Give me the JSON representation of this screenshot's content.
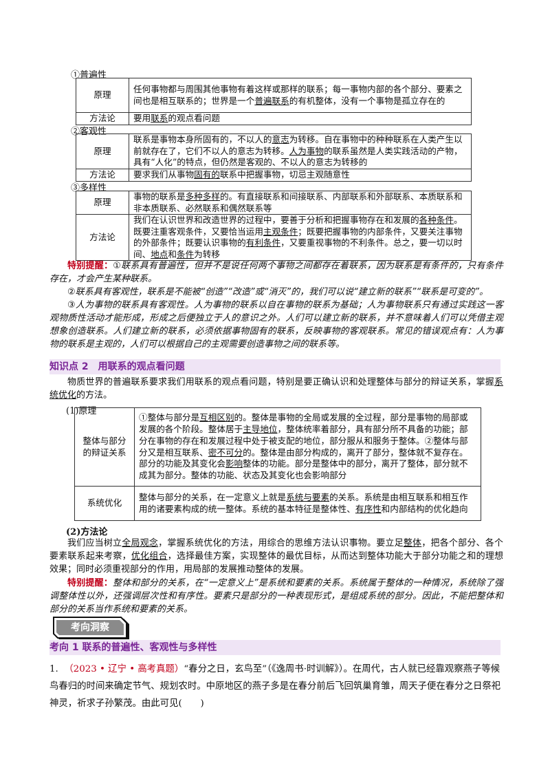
{
  "sec1": {
    "label": "①普遍性",
    "rows": [
      {
        "label": "原理",
        "text_parts": [
          "任何事物都与周围其他事物有着这样或那样的联系；每一事物内部的各个部分、要素之间也是相互联系的；世界是一个",
          "普遍联系",
          "的有机整体，没有一个事物是孤立存在的"
        ]
      },
      {
        "label": "方法论",
        "text_parts": [
          "要用",
          "联系",
          "的观点看问题"
        ]
      }
    ]
  },
  "sec2": {
    "label": "②客观性",
    "rows": [
      {
        "label": "原理",
        "text_parts": [
          "联系是事物本身所固有的，不以人的",
          "意志",
          "为转移。自在事物中的种种联系在人类产生以前就存在了，它们不以人的意志为转移。",
          "人为事物",
          "的联系虽然是人类实践活动的产物，具有“人化”的特点，但仍然是客观的、不以人的意志为转移的"
        ]
      },
      {
        "label": "方法论",
        "text_parts": [
          "要求我们从事物",
          "固有的",
          "联系中把握事物，切忌主观随意性"
        ]
      }
    ]
  },
  "sec3": {
    "label": "③多样性",
    "rows": [
      {
        "label": "原理",
        "text_parts": [
          "事物的联系是",
          "多种多样",
          "的。有直接联系和间接联系、内部联系和外部联系、本质联系和非本质联系、必然联系和偶然联系等"
        ]
      },
      {
        "label": "方法论",
        "text_parts": [
          "我们在认识世界和改造世界的过程中，要善于分析和把握事物存在和发展的",
          "各种条件",
          "。既要注重客观条件，又要恰当运用",
          "主观条件",
          "；既要把握事物的内部条件，又要关注事物的外部条件；既要认识事物的",
          "有利条件",
          "，又要重视事物的不利条件。总之，要一切以时间、",
          "地点",
          "和",
          "条件",
          "为转移"
        ]
      }
    ]
  },
  "note1": {
    "title": "特别提醒：",
    "p1": "①联系具有普遍性，但并不是说任何两个事物之间都存在着联系，因为联系是有条件的，只有条件存在，才会产生某种联系。",
    "p2": "②联系具有客观性，联系是不能被“创造”“改造”或“消灭”的，我们可以说“建立新的联系”“联系是可变的”。",
    "p3": "③人为事物的联系具有客观性。人为事物的联系以自在事物的联系为基础；人为事物联系只有通过实践这一客观物质性活动才能形成，形成之后便独立于人的意识之外。人们可以建立新的联系，并不意味着人们可以凭借主观想象创造联系。人们建立新的联系，必须依据事物固有的联系，反映事物的客观联系。常见的错误观点有：人为事物的联系是主观的，人们可以根据自己的主观需要创造事物之间的联系等。"
  },
  "kp2": {
    "heading": "知识点 2　用联系的观点看问题",
    "intro_a": "物质世界的普遍联系要求我们用联系的观点看问题，特别是要正确认识和处理整体与部分的辩证关系，掌握",
    "intro_u": "系统优化",
    "intro_b": "的方法。",
    "sub1": "(1)原理",
    "rows": [
      {
        "label": "整体与部分的辩证关系",
        "text_parts": [
          "①整体与部分是",
          "互相区别",
          "的。整体是事物的全局或发展的全过程，部分是事物的局部或发展的各个阶段。整体居于",
          "主导地位",
          "，整体统率着部分，具有部分所不具备的功能；部分在事物的存在和发展过程中处于被支配的地位，部分服从和服务于整体。②整体与部分又是相互联系、",
          "密不可分",
          "的。整体是由部分构成的，离开了部分，整体就不复存在。部分的功能及其变化会",
          "影响",
          "整体的功能。部分是整体中的部分，离开了整体，部分就不成其为部分。整体的功能、状态及其变化也会影响部分"
        ]
      },
      {
        "label": "系统优化",
        "text_parts": [
          "整体与部分的关系，在一定意义上就是",
          "系统与要素",
          "的关系。系统是由相互联系和相互作用的诸要素构成的统一整体。系统的基本特征是整体性、",
          "有序性",
          "和内部结构的优化趋向"
        ]
      }
    ],
    "sub2": "(2)方法论",
    "method_parts": [
      "我们应当树立",
      "全局观念",
      "，掌握系统优化的方法，用综合的思维方法认识事物。要立足",
      "整体",
      "，把各个部分、各个要素联系起来考察，",
      "优化组合",
      "，选择最佳方案，实现整体的最优目标，从而达到整体功能大于部分功能之和的理想效果；同时必须重视部分的作用，用局部的发展推动整体的发展。"
    ],
    "note_title": "特别提醒：",
    "note_text": "整体和部分的关系，在“一定意义上”是系统和要素的关系。系统属于整体的一种情况，系统除了强调整体性以外，还强调层次性和有序性。要素只是部分的一种表现形式，是组成系统的部分。因此，不能把整体和部分的关系当作系统和要素的关系。"
  },
  "badge": "考向洞察",
  "kx1": {
    "heading": "考向 1  联系的普遍性、客观性与多样性"
  },
  "q1": {
    "num": "1.",
    "source": "（2023 • 辽宁 • 高考真题）",
    "text": "“春分之日，玄鸟至”（《逸周书·时训解》）。在周代，古人就已经靠观察燕子等候鸟春归的时间来确定节气、规划农时。中原地区的燕子多是在春分前后飞回筑巢育雏，周天子便在春分之日祭祀神灵，祈求子孙繁茂。由此可见(　　)"
  },
  "colors": {
    "heading_bg": "#efe4f5",
    "heading_fg": "#7a2596",
    "note_red": "#c0001a",
    "badge_bg": "#8a8a8a"
  }
}
